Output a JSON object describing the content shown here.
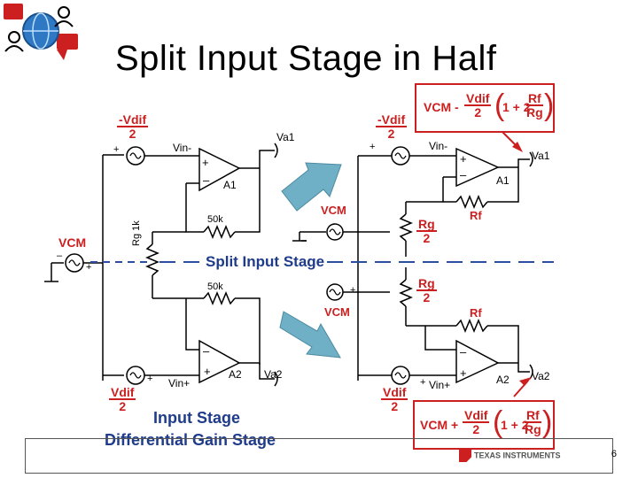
{
  "slide": {
    "title": "Split Input Stage in Half",
    "page_number": "6",
    "footer_logo": "TEXAS INSTRUMENTS"
  },
  "left": {
    "neg_vdif_num": "-Vdif",
    "neg_vdif_den": "2",
    "vin_minus": "Vin-",
    "a1": "A1",
    "va1": "Va1",
    "r50k_top": "50k",
    "rg": "Rg 1k",
    "r50k_bot": "50k",
    "vcm": "VCM",
    "a2": "A2",
    "va2": "Va2",
    "vin_plus": "Vin+",
    "pos_vdif_num": "Vdif",
    "pos_vdif_den": "2"
  },
  "split_label": "Split Input Stage",
  "input_stage_label": "Input Stage",
  "diff_stage_label": "Differential Gain Stage",
  "right": {
    "neg_vdif_num": "-Vdif",
    "neg_vdif_den": "2",
    "vin_minus": "Vin-",
    "a1": "A1",
    "va1": "Va1",
    "rf_top": "Rf",
    "vcm_top": "VCM",
    "rg_top_num": "Rg",
    "rg_top_den": "2",
    "rg_bot_num": "Rg",
    "rg_bot_den": "2",
    "vcm_bot": "VCM",
    "rf_bot": "Rf",
    "a2": "A2",
    "va2": "Va2",
    "vin_plus": "Vin+",
    "pos_vdif_num": "Vdif",
    "pos_vdif_den": "2"
  },
  "eq_top": {
    "lhs": "VCM -",
    "frac_num": "Vdif",
    "frac_den": "2",
    "paren_mid": "1 + 2",
    "rf": "Rf",
    "rg": "Rg"
  },
  "eq_bot": {
    "lhs": "VCM +",
    "frac_num": "Vdif",
    "frac_den": "2",
    "paren_mid": "1 + 2",
    "rf": "Rf",
    "rg": "Rg"
  },
  "colors": {
    "red": "#cc1f1f",
    "blue": "#1f3c8a",
    "dash": "#2c4ea0",
    "arrow": "#6fb0c6"
  }
}
